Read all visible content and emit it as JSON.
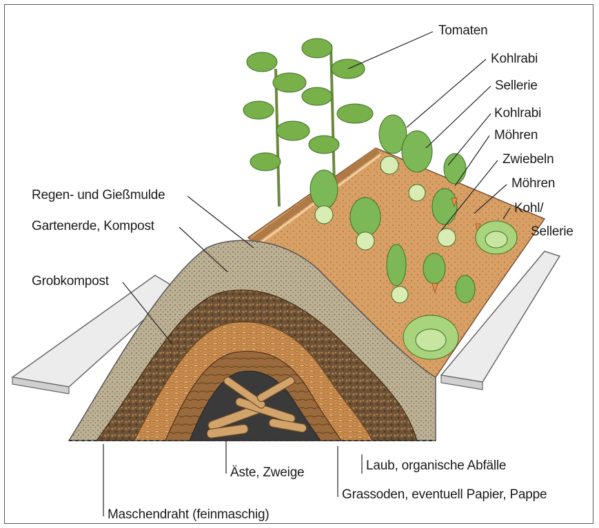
{
  "labels": {
    "tomaten": "Tomaten",
    "kohlrabi_1": "Kohlrabi",
    "sellerie_1": "Sellerie",
    "kohlrabi_2": "Kohlrabi",
    "moehren_1": "Möhren",
    "zwiebeln": "Zwiebeln",
    "moehren_2": "Möhren",
    "kohl": "Kohl/",
    "sellerie_2": "Sellerie",
    "regen": "Regen- und Gießmulde",
    "gartenerde": "Gartenerde, Kompost",
    "grobkompost": "Grobkompost",
    "aeste": "Äste, Zweige",
    "laub": "Laub, organische Abfälle",
    "grassoden": "Grassoden, eventuell Papier, Pappe",
    "maschendraht": "Maschendraht (feinmaschig)"
  },
  "colors": {
    "soil_top": "#d9a066",
    "fine_soil": "#b8ac90",
    "coarse_compost": "#7a5a38",
    "leaves_layer": "#c9874a",
    "sod_layer": "#9a6a3c",
    "branches": "#c29a6a",
    "plant_green": "#6aa84f",
    "board": "#e6e6e6"
  }
}
